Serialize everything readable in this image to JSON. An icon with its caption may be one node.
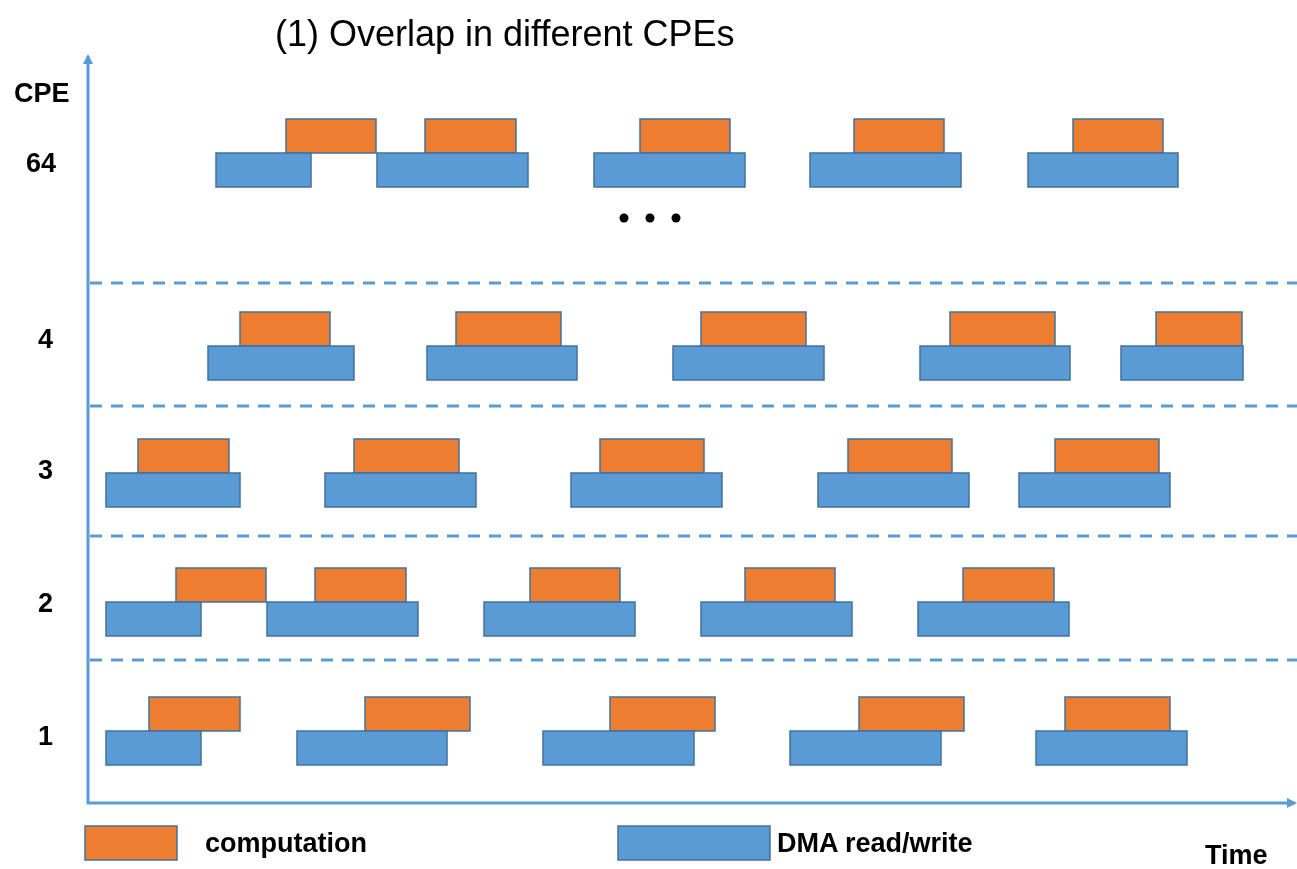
{
  "diagram": {
    "title": "(1) Overlap in different CPEs",
    "labels": [
      "CPE",
      "64",
      "4",
      "3",
      "2",
      "1",
      "Time"
    ],
    "legend": [
      {
        "text": "computation",
        "color": "#ed7d31"
      },
      {
        "text": "DMA read/write",
        "color": "#5b9bd5"
      }
    ]
  }
}
